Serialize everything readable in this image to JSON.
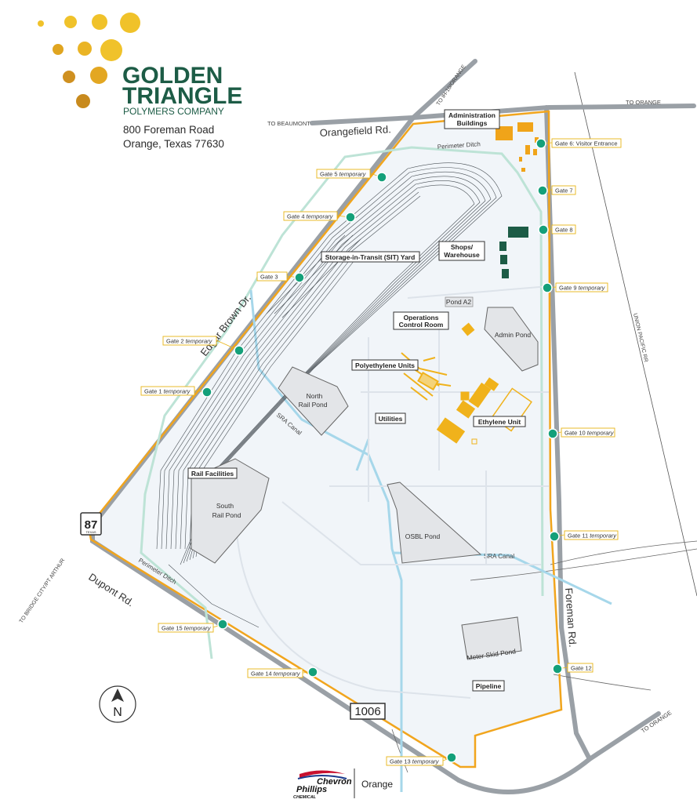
{
  "company": {
    "name_line1": "GOLDEN",
    "name_line2": "TRIANGLE",
    "name_line3": "POLYMERS COMPANY",
    "address_line1": "800 Foreman Road",
    "address_line2": "Orange, Texas 77630"
  },
  "colors": {
    "brand_green": "#1d5c46",
    "gold": "#e8b415",
    "fence_orange": "#f1a51d",
    "road_gray": "#9aa0a6",
    "site_fill": "#f1f5f9",
    "canal_blue": "#a6d7ea",
    "ditch_green": "#bde3d6",
    "gate_green": "#14a07a",
    "pond_gray": "#e3e5e8"
  },
  "roads": {
    "orangefield": "Orangefield Rd.",
    "edgar_brown": "Edgar Brown Dr.",
    "dupont": "Dupont Rd.",
    "foreman": "Foreman Rd.",
    "to_beaumont": "TO BEAUMONT",
    "to_orange_top": "TO ORANGE",
    "to_ih10": "TO IH-10/ORANGE",
    "to_bridge_city": "TO BRIDGE CITY/PT ARTHUR",
    "to_orange_bottom": "TO ORANGE",
    "union_pacific": "UNION PACIFIC RR",
    "hwy87_number": "87",
    "hwy87_state": "TEXAS",
    "fm1006": "1006"
  },
  "gates": [
    {
      "name": "Gate 1",
      "note": "temporary"
    },
    {
      "name": "Gate 2",
      "note": "temporary"
    },
    {
      "name": "Gate 3",
      "note": ""
    },
    {
      "name": "Gate 4",
      "note": "temporary"
    },
    {
      "name": "Gate 5",
      "note": "temporary"
    },
    {
      "name": "Gate 6: Visitor Entrance",
      "note": ""
    },
    {
      "name": "Gate 7",
      "note": ""
    },
    {
      "name": "Gate 8",
      "note": ""
    },
    {
      "name": "Gate 9",
      "note": "temporary"
    },
    {
      "name": "Gate 10",
      "note": "temporary"
    },
    {
      "name": "Gate 11",
      "note": "temporary"
    },
    {
      "name": "Gate 12",
      "note": ""
    },
    {
      "name": "Gate 13",
      "note": "temporary"
    },
    {
      "name": "Gate 14",
      "note": "temporary"
    },
    {
      "name": "Gate 15",
      "note": "temporary"
    }
  ],
  "areas": {
    "administration_line1": "Administration",
    "administration_line2": "Buildings",
    "shops_line1": "Shops/",
    "shops_line2": "Warehouse",
    "sit_yard": "Storage-in-Transit (SIT) Yard",
    "pond_a2": "Pond A2",
    "operations_line1": "Operations",
    "operations_line2": "Control Room",
    "admin_pond": "Admin Pond",
    "polyethylene": "Polyethylene Units",
    "north_pond_line1": "North",
    "north_pond_line2": "Rail Pond",
    "utilities": "Utilities",
    "ethylene": "Ethylene Unit",
    "rail_facilities": "Rail Facilities",
    "south_pond_line1": "South",
    "south_pond_line2": "Rail Pond",
    "osbl_pond": "OSBL Pond",
    "meter_skid_pond": "Meter Skid Pond",
    "pipeline": "Pipeline",
    "sra_canal_1": "SRA Canal",
    "sra_canal_2": "SRA Canal",
    "perimeter_ditch_top": "Perimeter Ditch",
    "perimeter_ditch_bottom": "Perimeter Ditch"
  },
  "footer": {
    "brand_line1": "Chevron",
    "brand_line2": "Phillips",
    "brand_line3": "CHEMICAL",
    "location": "Orange"
  },
  "compass": {
    "letter": "N"
  }
}
